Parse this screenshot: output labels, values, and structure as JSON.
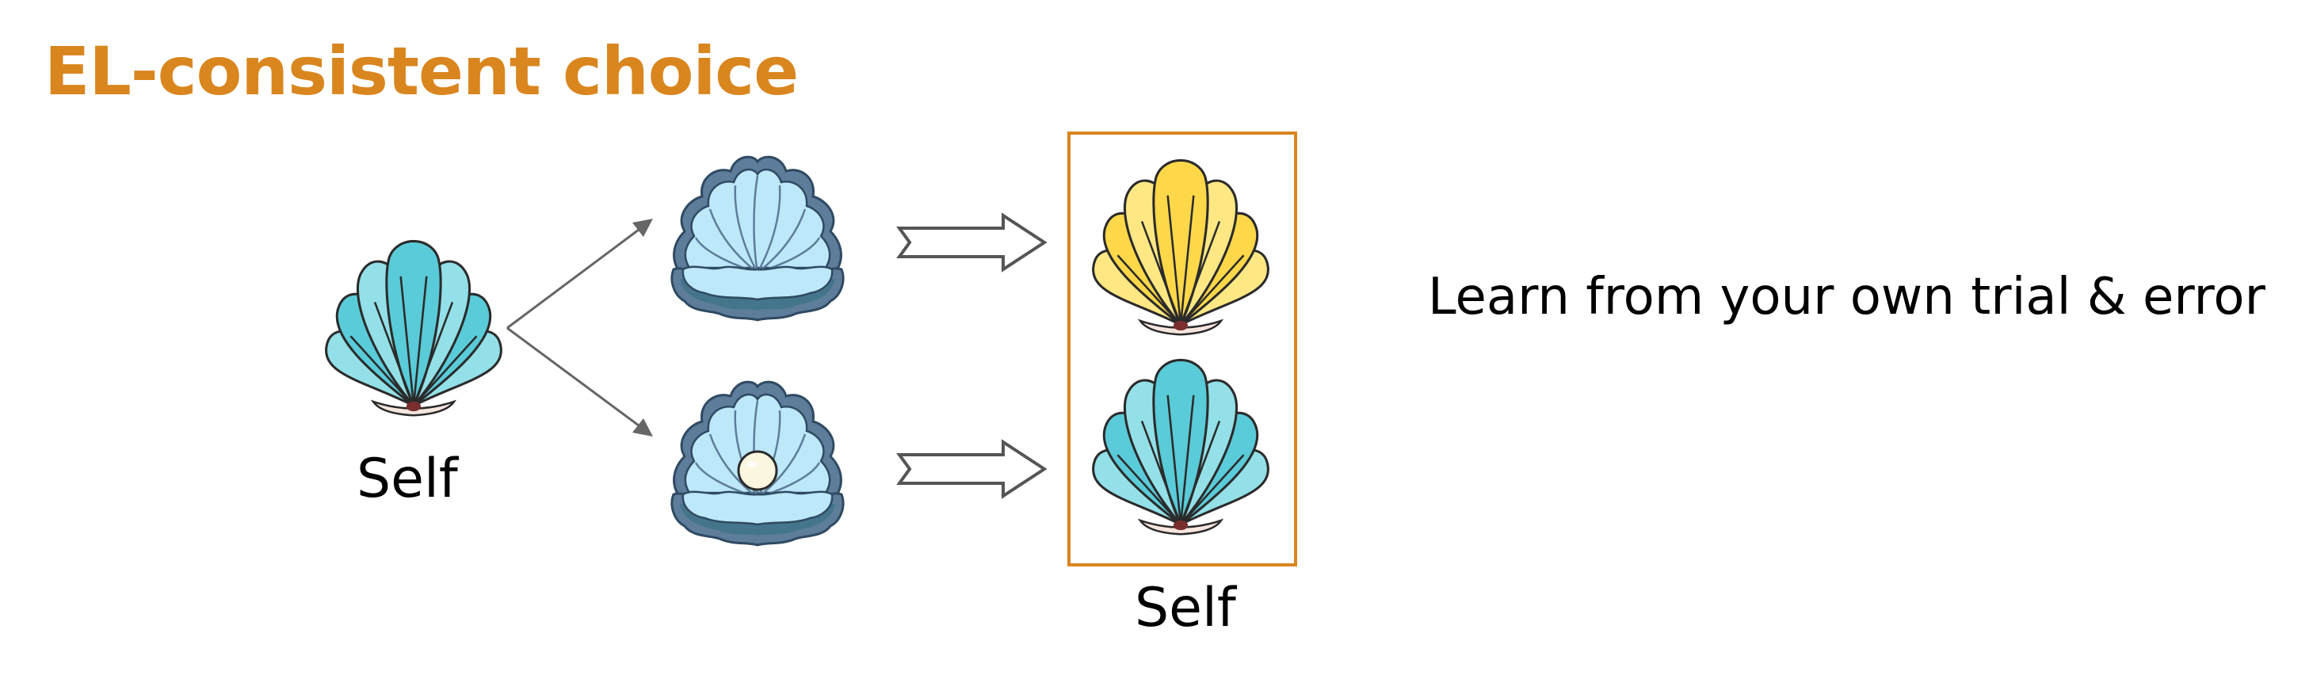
{
  "title": "EL-consistent choice",
  "left_label": "Self",
  "right_label": "Self",
  "tagline": "Learn from your own trial & error",
  "colors": {
    "title": "#D9861F",
    "box": "#D9861F",
    "arrow": "#666666",
    "shell_teal_light": "#93E0E8",
    "shell_teal_dark": "#5ACBD8",
    "shell_yellow_light": "#FFE884",
    "shell_yellow_dark": "#FFD84A",
    "clam_outer": "#5D7D9A",
    "clam_inner": "#BDE8FA",
    "pearl": "#FBF6DE"
  },
  "icons": {
    "chosen_shell": "teal-scallop-shell-icon",
    "empty_option": "open-clam-empty-icon",
    "pearl_option": "open-clam-pearl-icon",
    "outcome_top": "yellow-scallop-shell-icon",
    "outcome_bottom": "teal-scallop-shell-icon"
  }
}
